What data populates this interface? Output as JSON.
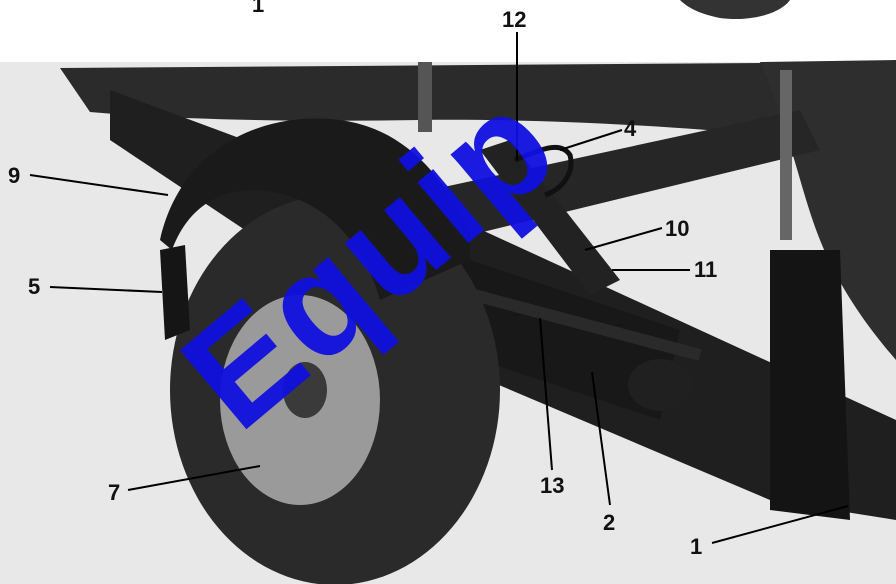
{
  "callouts": {
    "c1_top": "1",
    "c12": "12",
    "c4": "4",
    "c9": "9",
    "c10": "10",
    "c11": "11",
    "c5": "5",
    "c7": "7",
    "c13": "13",
    "c2": "2",
    "c1_bottom": "1"
  },
  "watermark": "Equip",
  "colors": {
    "watermark": "#1010e0",
    "steel": "#1c1c1c",
    "tire": "#2a2a2a",
    "rim": "#9a9a9a"
  }
}
